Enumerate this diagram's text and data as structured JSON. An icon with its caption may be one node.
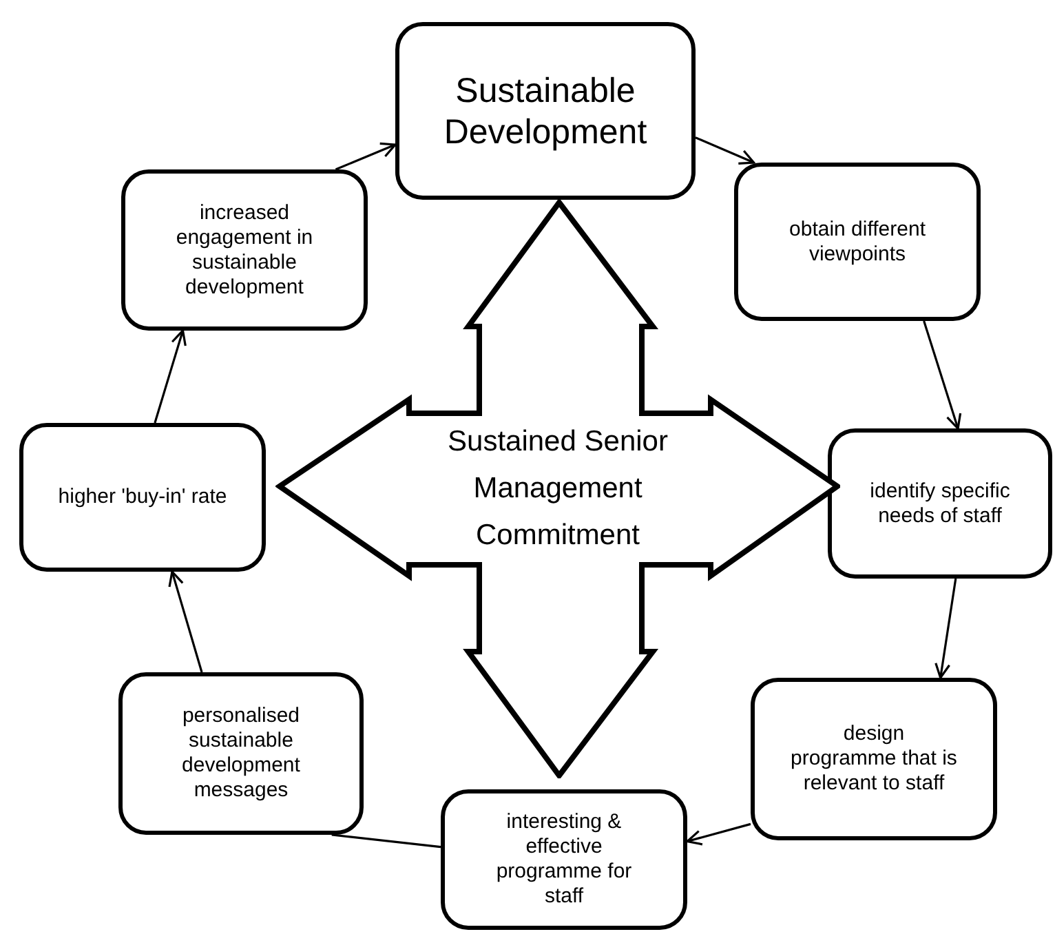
{
  "diagram": {
    "nodes": [
      {
        "text": [
          "Sustainable Development"
        ]
      },
      {
        "text": [
          "obtain different viewpoints"
        ]
      },
      {
        "text": [
          "identify specific needs of staff"
        ]
      },
      {
        "text": [
          "design programme that is relevant to staff"
        ]
      },
      {
        "text": [
          "interesting & effective programme for staff"
        ]
      },
      {
        "text": [
          "personalised sustainable development messages"
        ]
      },
      {
        "text": [
          "higher 'buy-in' rate"
        ]
      },
      {
        "text": [
          "increased engagement in sustainable development"
        ]
      },
      {
        "text": [
          "Sustained Senior Management Commitment"
        ]
      }
    ],
    "edges": [
      {
        "from": 7,
        "to": 0,
        "arrow": "to"
      },
      {
        "from": 0,
        "to": 1,
        "arrow": "to"
      },
      {
        "from": 1,
        "to": 2,
        "arrow": "to"
      },
      {
        "from": 2,
        "to": 3,
        "arrow": "to"
      },
      {
        "from": 3,
        "to": 4,
        "arrow": "to"
      },
      {
        "from": 4,
        "to": 5,
        "arrow": "none"
      },
      {
        "from": 5,
        "to": 6,
        "arrow": "to"
      },
      {
        "from": 6,
        "to": 7,
        "arrow": "to"
      }
    ]
  }
}
